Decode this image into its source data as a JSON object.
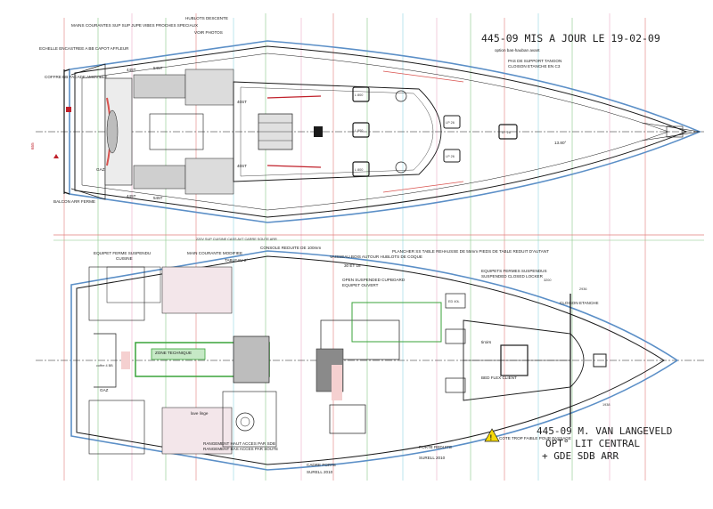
{
  "colors": {
    "ink": "#1a1a1a",
    "hull_blue": "#5b8fc7",
    "grid_green": "#5fb35f",
    "grid_red": "#d9534f",
    "grid_pink": "#e58fb6",
    "grid_cyan": "#6fc9d9",
    "dim_red": "#c0202a",
    "deck_grey": "#bdbdbd",
    "warning_yellow": "#f5d90a",
    "technical_zone_green": "#3aa33a"
  },
  "title": {
    "revision": "445-09 MIS A JOUR LE 19-02-09",
    "designer": "445-09 M. VAN LANGEVELD",
    "option_1": "OPT° LIT CENTRAL",
    "option_2": "+ GDE SDB ARR"
  },
  "deck_labels": {
    "mains_courantes": "MAINS COURANTES SUP SUP JUPE",
    "echelle": "ECHELLE ENCASTREE A BB CAPOT AFFLEUR",
    "coffre_bb": "COFFRE BB FACADE AMOVIBLE",
    "vibes": "VIBES PROCHES SPECIAUX",
    "hublots_descente": "HUBLOTS DESCENTE",
    "voir_photos": "VOIR PHOTOS",
    "option_bas_hauban": "option bas-hauban avant",
    "pas_support_tangon": "PAS DE SUPPORT TANGON",
    "cloison_etanche_c3": "CLOISON ETANCHE EN C3",
    "balcon_arr_ferme": "BALCON ARR FERME",
    "gaz_deck": "GAZ",
    "dim_655": "655",
    "dim_1380": "13.80°",
    "dim_445t": "445T",
    "dim_545t": "545T",
    "dim_40st": "40ST",
    "hatch_1": "L 800",
    "hatch_2": "L 800",
    "hatch_3": "L 800",
    "hatch_4": "LP 26",
    "hatch_5": "LP 26",
    "hatch_6": "LP 26"
  },
  "interior_labels": {
    "equipet_ferme": "EQUIPET FERME SUSPENDU",
    "cuisine": "CUISINE",
    "main_courante": "MAIN COURANTE MODIFIEE",
    "tableau": "TABLEAU 2°",
    "console": "CONSOLE REDUITE DE 100mm",
    "vaisseau_bois": "VAISSEAU BOIS AUTOUR HUBLOTS DE COQUE",
    "plancher": "PLANCHER SS TABLE REHAUSSE DE 55mm PIEDS DE TABLE REDUIT D'AUTANT",
    "dim_30_18": "30 ET 18",
    "open_suspended": "OPEN SUSPENDED CUPBOARD",
    "equipet_ouvert": "EQUIPET OUVERT",
    "equipets_fermes": "EQUIPETS FERMES SUSPENDUS",
    "suspended_closed": "SUSPENDED CLOSED LOCKER",
    "cloison_etanche": "CLOISON ETANCHE",
    "zone_technique": "ZONE TECHNIQUE",
    "gaz": "GAZ",
    "coffre": "coffre 4 BB",
    "lave_linge": "lave linge",
    "rangement_haut": "RANGEMENT HAUT ACCES PAR SDB",
    "rangement_bas": "RANGEMENT BAS ACCES PAR SOUTE",
    "cadre_porte": "CADRE PORTE",
    "surell_2010": "SURELL 2010",
    "porte_reduite": "PORTE REDUITE",
    "cote_trop_faible": "COTE TROP FAIBLE POUR PASSAGE",
    "surell_2010b": "SURELL 2010",
    "bed_flex": "BED FLEX CLIENT",
    "tiroirs": "tiroirs",
    "ed_40l": "ED 40L",
    "dim_2936": "2936",
    "dim_1938": "1938",
    "dim_3200": "3200",
    "header_strip": "220V SUP CUISINE CASS AVT CARRE SOUTE ARR"
  }
}
